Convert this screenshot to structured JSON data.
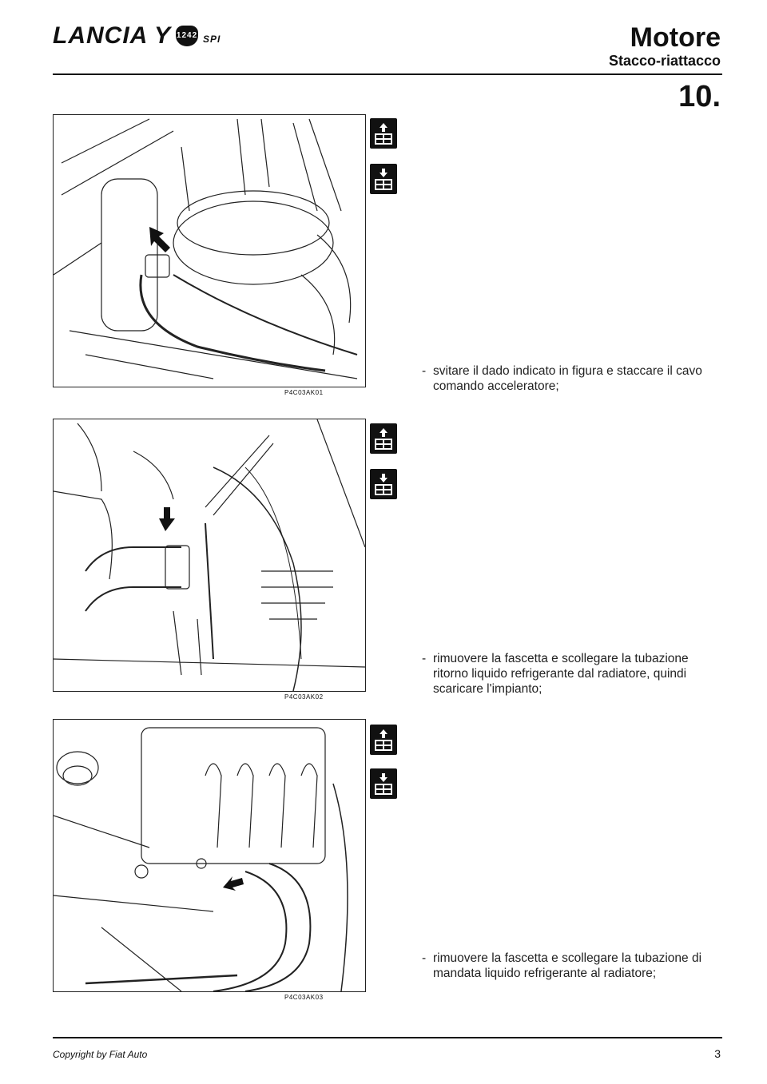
{
  "header": {
    "brand": "LANCIA Y",
    "engine_badge": "1242",
    "engine_suffix": "SPI",
    "section_title": "Motore",
    "section_subtitle": "Stacco-riattacco",
    "chapter_number": "10."
  },
  "figures": [
    {
      "caption": "P4C03AK01",
      "step_text": "svitare il dado indicato in figura e staccare il cavo comando acceleratore;",
      "icons": [
        "lift-up-icon",
        "lift-down-icon"
      ]
    },
    {
      "caption": "P4C03AK02",
      "step_text": "rimuovere la fascetta e scollegare la tubazione ritorno liquido refrigerante dal radiatore, quindi scaricare l'impianto;",
      "icons": [
        "lift-up-icon",
        "lift-down-icon"
      ]
    },
    {
      "caption": "P4C03AK03",
      "step_text": "rimuovere la fascetta e scollegare la tubazione di mandata liquido refrigerante al radiatore;",
      "icons": [
        "lift-up-icon",
        "lift-down-icon"
      ]
    }
  ],
  "footer": {
    "copyright": "Copyright by Fiat Auto",
    "page_number": "3"
  }
}
